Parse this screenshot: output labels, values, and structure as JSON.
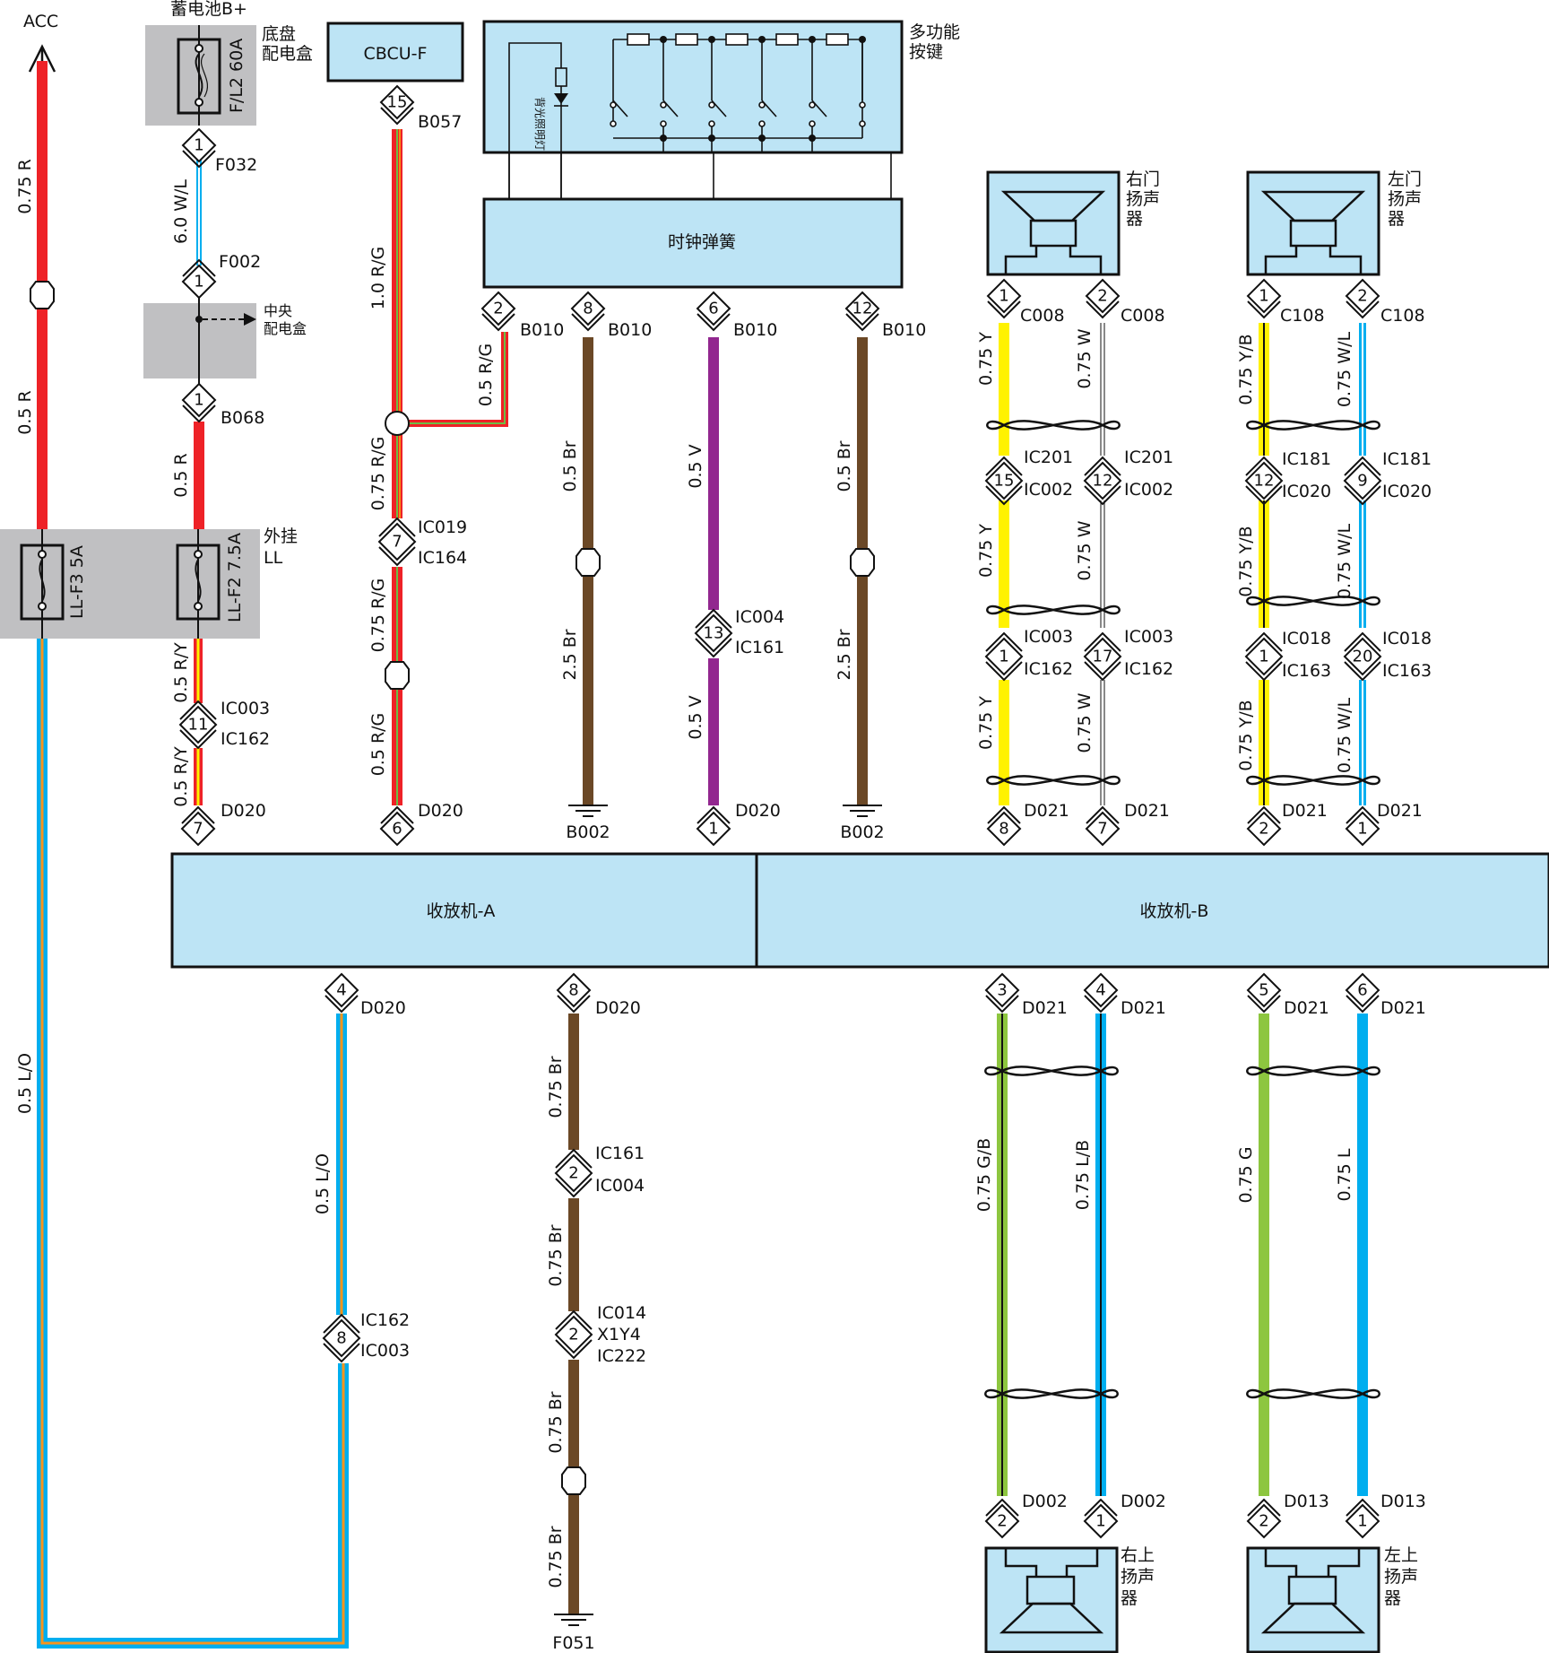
{
  "colors": {
    "red": "#ee2227",
    "yellow": "#fff200",
    "green_stripe": "#6dbe45",
    "blue": "#00aeef",
    "orange": "#f7941d",
    "brown": "#6b4826",
    "violet": "#92278f",
    "white": "#ffffff",
    "black": "#111111",
    "green": "#8dc63f",
    "box_fill": "#bde4f5",
    "grey": "#c0c0c2"
  },
  "labels": {
    "acc": "ACC",
    "battery": "蓄电池B+",
    "chassis_box_1": "底盘",
    "chassis_box_2": "配电盒",
    "fuse_fl2": "F/L2 60A",
    "f032": "F032",
    "f002": "F002",
    "central_box_1": "中央",
    "central_box_2": "配电盒",
    "b068": "B068",
    "ext_1": "外挂",
    "ext_2": "LL",
    "fuse_ll_f3": "LL-F3 5A",
    "fuse_ll_f2": "LL-F2 7.5A",
    "cbcu": "CBCU-F",
    "b057": "B057",
    "mfk_1": "多功能",
    "mfk_2": "按键",
    "backlight": "背光照明灯",
    "clock_spring": "时钟弹簧",
    "b010": "B010",
    "rdoor_1": "右门",
    "rdoor_2": "扬声",
    "rdoor_3": "器",
    "ldoor_1": "左门",
    "ldoor_2": "扬声",
    "ldoor_3": "器",
    "c008": "C008",
    "c108": "C108",
    "ic201": "IC201",
    "ic002": "IC002",
    "ic181": "IC181",
    "ic020": "IC020",
    "ic003": "IC003",
    "ic162": "IC162",
    "ic018": "IC018",
    "ic163": "IC163",
    "ic019": "IC019",
    "ic164": "IC164",
    "ic004": "IC004",
    "ic161": "IC161",
    "d020": "D020",
    "d021": "D021",
    "b002": "B002",
    "radio_a": "收放机-A",
    "radio_b": "收放机-B",
    "ic014": "IC014",
    "x1y4": "X1Y4",
    "ic222": "IC222",
    "f051": "F051",
    "d002": "D002",
    "d013": "D013",
    "rup_1": "右上",
    "rup_2": "扬声",
    "rup_3": "器",
    "lup_1": "左上",
    "lup_2": "扬声",
    "lup_3": "器"
  },
  "wires": {
    "acc_top": "0.75 R",
    "acc_bot": "0.5 R",
    "fl2": "6.0 W/L",
    "b068": "0.5 R",
    "ll_f2_top": "0.5 R/Y",
    "ll_f2_bot": "0.5 R/Y",
    "acc_lo": "0.5 L/O",
    "cbcu": "1.0 R/G",
    "cbcu_branch": "0.5 R/G",
    "rg_a": "0.75 R/G",
    "rg_b": "0.75 R/G",
    "rg_c": "0.5 R/G",
    "br8_top": "0.5 Br",
    "br8_bot": "2.5 Br",
    "v_top": "0.5 V",
    "v_bot": "0.5 V",
    "br12_top": "0.5 Br",
    "br12_bot": "2.5 Br",
    "y": "0.75 Y",
    "w": "0.75 W",
    "yb": "0.75 Y/B",
    "wl": "0.75 W/L",
    "lo4": "0.5 L/O",
    "br": "0.75 Br",
    "gb": "0.75 G/B",
    "lb": "0.75 L/B",
    "g": "0.75 G",
    "l": "0.75 L"
  },
  "pins": [
    "1",
    "2",
    "4",
    "6",
    "7",
    "8",
    "9",
    "11",
    "12",
    "13",
    "15",
    "17",
    "20",
    "3",
    "5"
  ]
}
